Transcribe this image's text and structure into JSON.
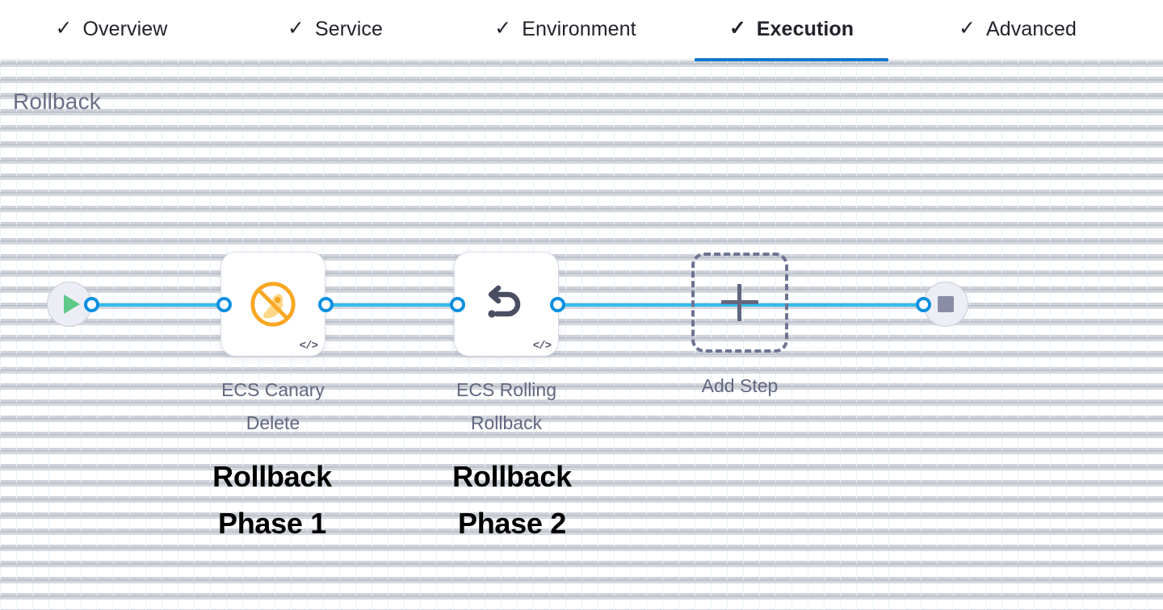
{
  "tabs": [
    {
      "label": "Overview",
      "icon": "check-icon",
      "checked": true,
      "active": false
    },
    {
      "label": "Service",
      "icon": "check-icon",
      "checked": true,
      "active": false
    },
    {
      "label": "Environment",
      "icon": "check-icon",
      "checked": true,
      "active": false
    },
    {
      "label": "Execution",
      "icon": "check-icon",
      "checked": true,
      "active": true
    },
    {
      "label": "Advanced",
      "icon": "check-icon",
      "checked": true,
      "active": false
    }
  ],
  "check_glyph": "✓",
  "section": {
    "title": "Rollback"
  },
  "pipeline": {
    "start_node": {
      "icon": "play-icon"
    },
    "end_node": {
      "icon": "stop-icon"
    },
    "steps": [
      {
        "label": "ECS Canary\nDelete",
        "icon": "ecs-canary-delete-icon",
        "corner_icon": "code-icon",
        "corner_glyph": "</>"
      },
      {
        "label": "ECS Rolling\nRollback",
        "icon": "ecs-rolling-rollback-icon",
        "corner_icon": "code-icon",
        "corner_glyph": "</>"
      }
    ],
    "add_step": {
      "label": "Add Step",
      "icon": "plus-icon"
    }
  },
  "annotations": [
    {
      "text": "Rollback\nPhase 1"
    },
    {
      "text": "Rollback\nPhase 2"
    }
  ],
  "colors": {
    "accent_tab": "#0b76cd",
    "connector": "#33bdeb",
    "connector_dot_ring": "#0d8fe0",
    "canary_icon": "#f7a824",
    "rollback_icon": "#4a4e63",
    "start_icon": "#5fc98a",
    "stop_icon": "#8a8da5",
    "label_text": "#62667f",
    "title_text": "#6b6d85",
    "annotation_text": "#000000",
    "grid_line": "#e8f4fb",
    "grid_dot": "#b2b7c2"
  }
}
